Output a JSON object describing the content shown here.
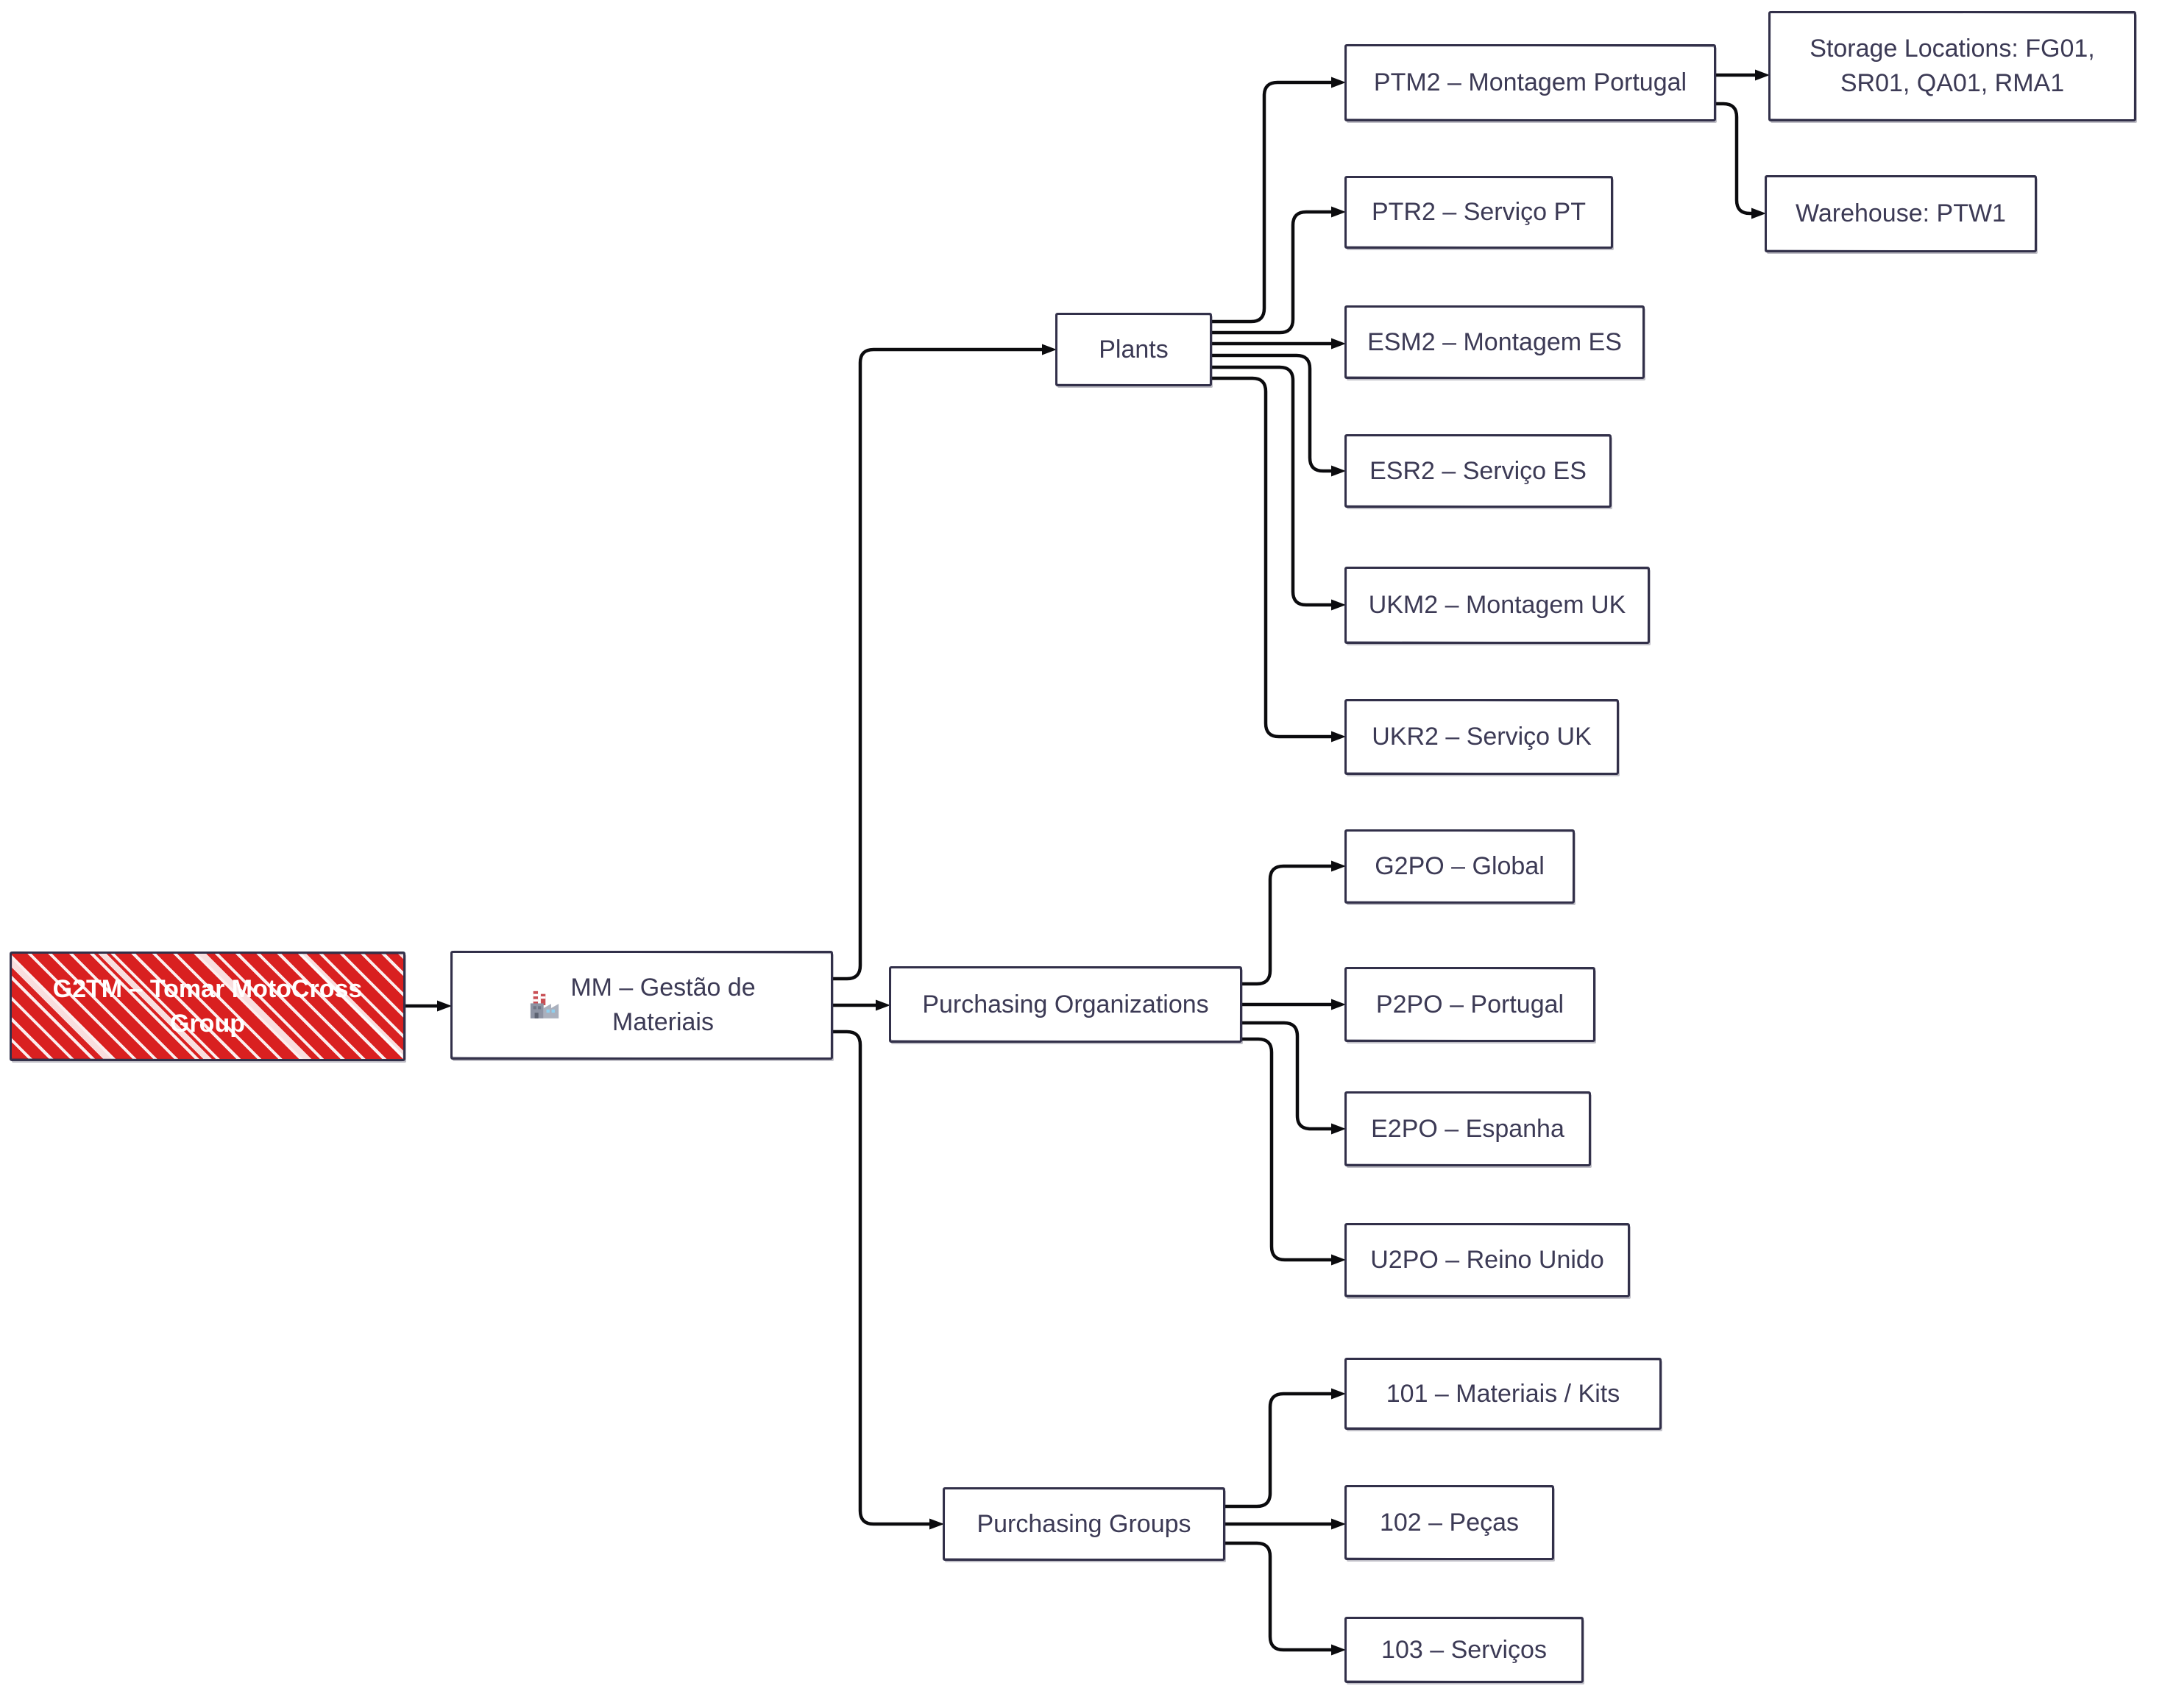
{
  "diagram": {
    "colors": {
      "ink": "#34324b",
      "text": "#3c3a55",
      "arrow": "#0b0b0e",
      "box_fill": "#ffffff",
      "highlight_fill": "#d92020",
      "highlight_text": "#ffffff",
      "background": "#ffffff"
    },
    "nodes": [
      {
        "id": "g2tm",
        "label": "G2TM – Tomar MotoCross\nGroup",
        "style": "highlight"
      },
      {
        "id": "mm",
        "label": "MM – Gestão de\nMateriais",
        "icon": "factory-icon"
      },
      {
        "id": "plants",
        "label": "Plants"
      },
      {
        "id": "porgs",
        "label": "Purchasing Organizations"
      },
      {
        "id": "pgroups",
        "label": "Purchasing Groups"
      },
      {
        "id": "ptm2",
        "label": "PTM2 – Montagem Portugal"
      },
      {
        "id": "ptr2",
        "label": "PTR2 – Serviço PT"
      },
      {
        "id": "esm2",
        "label": "ESM2 – Montagem ES"
      },
      {
        "id": "esr2",
        "label": "ESR2 – Serviço ES"
      },
      {
        "id": "ukm2",
        "label": "UKM2 – Montagem UK"
      },
      {
        "id": "ukr2",
        "label": "UKR2 – Serviço UK"
      },
      {
        "id": "sloc",
        "label": "Storage Locations: FG01,\nSR01, QA01, RMA1"
      },
      {
        "id": "wh",
        "label": "Warehouse: PTW1"
      },
      {
        "id": "g2po",
        "label": "G2PO – Global"
      },
      {
        "id": "p2po",
        "label": "P2PO – Portugal"
      },
      {
        "id": "e2po",
        "label": "E2PO – Espanha"
      },
      {
        "id": "u2po",
        "label": "U2PO – Reino Unido"
      },
      {
        "id": "k101",
        "label": "101 – Materiais / Kits"
      },
      {
        "id": "k102",
        "label": "102 – Peças"
      },
      {
        "id": "k103",
        "label": "103 – Serviços"
      }
    ],
    "edges": [
      {
        "from": "g2tm",
        "to": "mm"
      },
      {
        "from": "mm",
        "to": "plants"
      },
      {
        "from": "mm",
        "to": "porgs"
      },
      {
        "from": "mm",
        "to": "pgroups"
      },
      {
        "from": "plants",
        "to": "ptm2"
      },
      {
        "from": "plants",
        "to": "ptr2"
      },
      {
        "from": "plants",
        "to": "esm2"
      },
      {
        "from": "plants",
        "to": "esr2"
      },
      {
        "from": "plants",
        "to": "ukm2"
      },
      {
        "from": "plants",
        "to": "ukr2"
      },
      {
        "from": "ptm2",
        "to": "sloc"
      },
      {
        "from": "ptm2",
        "to": "wh"
      },
      {
        "from": "porgs",
        "to": "g2po"
      },
      {
        "from": "porgs",
        "to": "p2po"
      },
      {
        "from": "porgs",
        "to": "e2po"
      },
      {
        "from": "porgs",
        "to": "u2po"
      },
      {
        "from": "pgroups",
        "to": "k101"
      },
      {
        "from": "pgroups",
        "to": "k102"
      },
      {
        "from": "pgroups",
        "to": "k103"
      }
    ]
  }
}
